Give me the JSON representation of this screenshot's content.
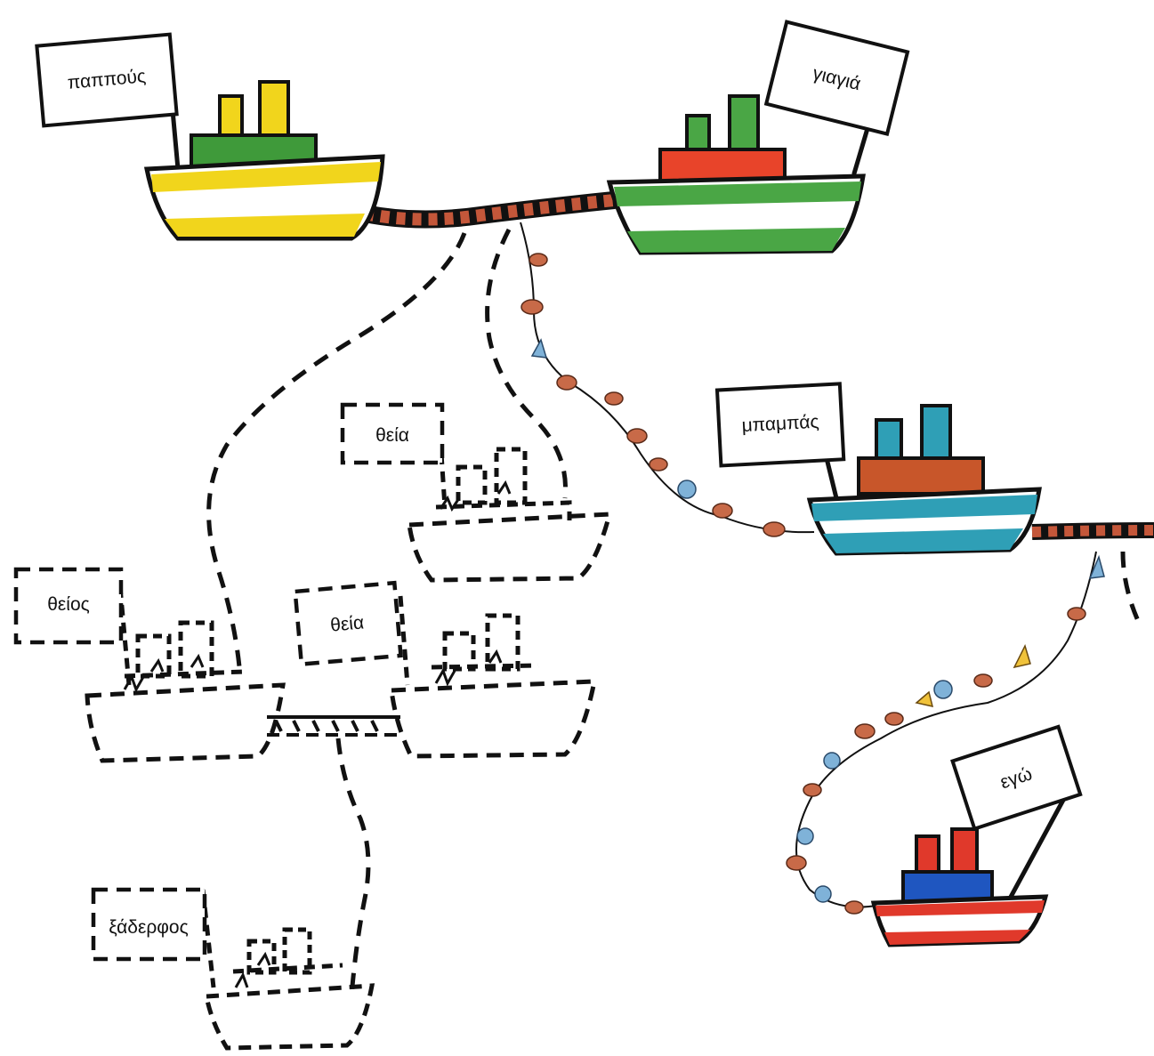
{
  "labels": {
    "grandfather": "παππούς",
    "grandmother": "γιαγιά",
    "father": "μπαμπάς",
    "me": "εγώ",
    "aunt_top": "θεία",
    "uncle": "θείος",
    "aunt_middle": "θεία",
    "cousin": "ξάδερφος"
  },
  "colors": {
    "grandfather_ship": "#f1d51c",
    "grandfather_cabin": "#3f9a3a",
    "grandmother_ship": "#4aa645",
    "grandmother_cabin": "#e8442a",
    "father_ship": "#2f9fb6",
    "father_cabin": "#c8562a",
    "me_ship": "#e0392b",
    "me_cabin": "#1f56c0",
    "rope": "#c4573a",
    "shells": "#c86a48"
  }
}
